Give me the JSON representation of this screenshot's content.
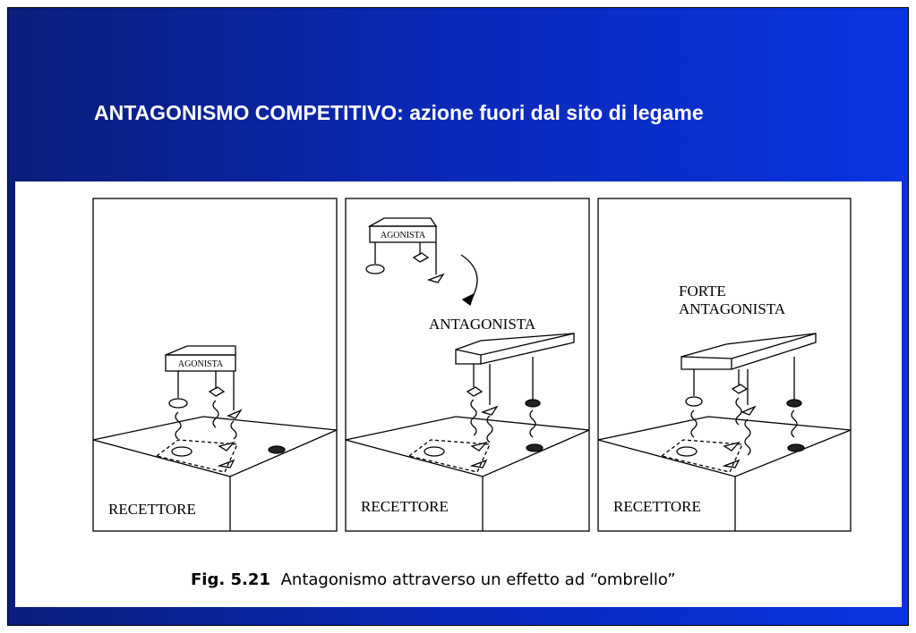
{
  "slide": {
    "title": "ANTAGONISMO COMPETITIVO: azione fuori dal sito di legame",
    "background_colors": [
      "#0a1e7a",
      "#0a34e0"
    ],
    "title_color": "#ffffff"
  },
  "figure": {
    "panels": [
      {
        "receptor_label": "RECETTORE",
        "ligand_label": "AGONISTA",
        "side_label": ""
      },
      {
        "receptor_label": "RECETTORE",
        "ligand_label": "AGONISTA",
        "side_label": "ANTAGONISTA"
      },
      {
        "receptor_label": "RECETTORE",
        "ligand_label": "",
        "side_label_line1": "FORTE",
        "side_label_line2": "ANTAGONISTA"
      }
    ],
    "caption_prefix": "Fig. 5.21",
    "caption_text": "Antagonismo attraverso un effetto ad “ombrello”"
  }
}
